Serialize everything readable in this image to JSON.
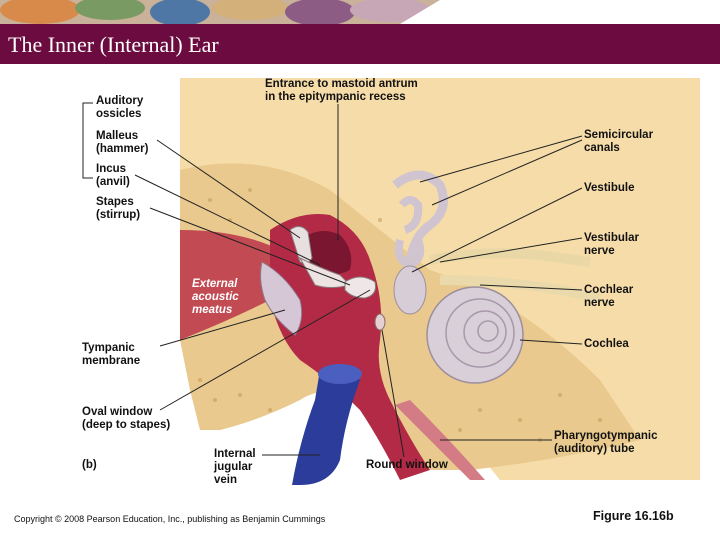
{
  "title": "The Inner (Internal) Ear",
  "labels": {
    "auditory_ossicles": "Auditory\nossicles",
    "malleus": "Malleus\n(hammer)",
    "incus": "Incus\n(anvil)",
    "stapes": "Stapes\n(stirrup)",
    "entrance": "Entrance to mastoid antrum\nin the epitympanic recess",
    "semicircular": "Semicircular\ncanals",
    "vestibule": "Vestibule",
    "vestibular_nerve": "Vestibular\nnerve",
    "cochlear_nerve": "Cochlear\nnerve",
    "cochlea": "Cochlea",
    "external_meatus": "External\nacoustic\nmeatus",
    "tympanic": "Tympanic\nmembrane",
    "oval_window": "Oval window\n(deep to stapes)",
    "panel": "(b)",
    "jugular": "Internal\njugular\nvein",
    "round_window": "Round window",
    "pharyngotympanic": "Pharyngotympanic\n(auditory) tube"
  },
  "copyright": "Copyright © 2008 Pearson Education, Inc., publishing as Benjamin Cummings",
  "figure_number": "Figure 16.16b",
  "colors": {
    "title_bar": "#6b0b3f",
    "bone": "#e9c98d",
    "cavity": "#b22a45",
    "vein": "#2b3c9a",
    "membrane": "#d6c7d6"
  }
}
